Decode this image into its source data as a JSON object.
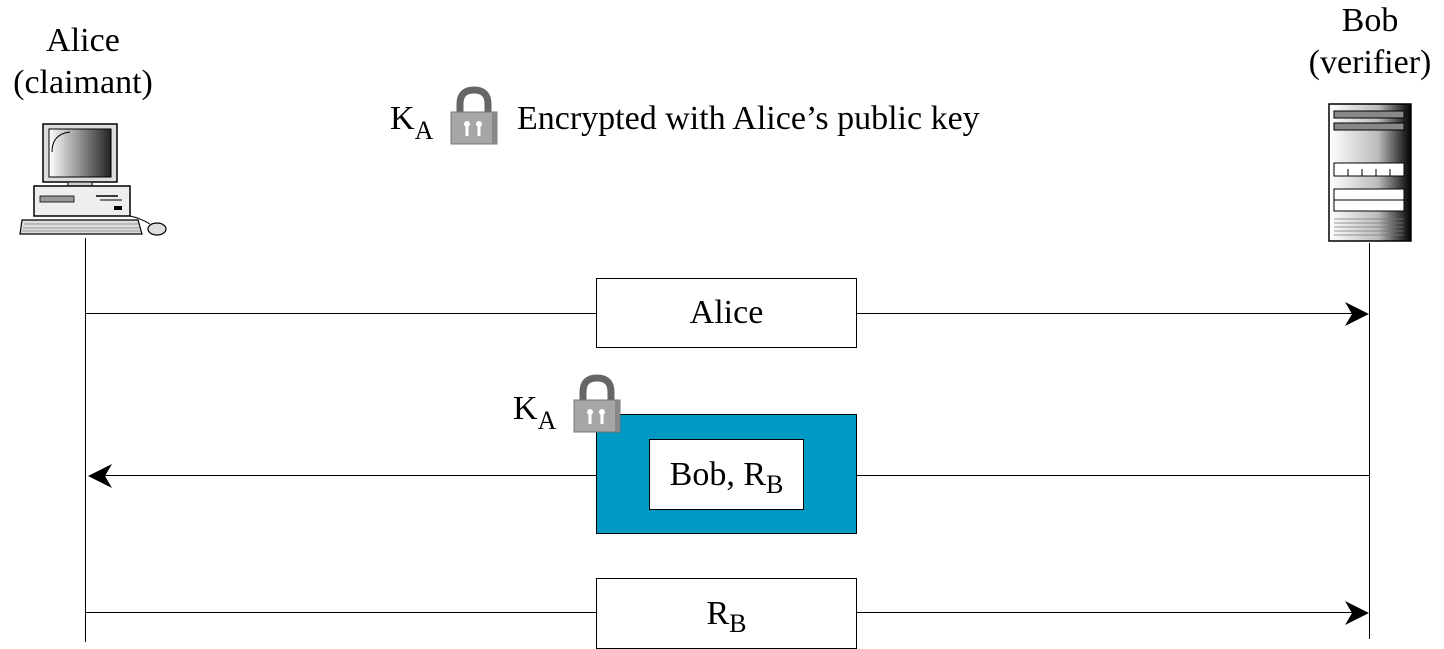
{
  "alice": {
    "name": "Alice",
    "role": "(claimant)"
  },
  "bob": {
    "name": "Bob",
    "role": "(verifier)"
  },
  "legend": {
    "key": "K",
    "key_sub": "A",
    "text": "Encrypted with Alice’s public key",
    "lock_icon": "padlock-icon"
  },
  "messages": [
    {
      "label": "Alice",
      "direction": "alice-to-bob"
    },
    {
      "label": "Bob, R",
      "label_sub": "B",
      "direction": "bob-to-alice",
      "encrypted_with": "K",
      "encrypted_with_sub": "A"
    },
    {
      "label": "R",
      "label_sub": "B",
      "direction": "alice-to-bob"
    }
  ],
  "colors": {
    "encrypted_box": "#0099c4",
    "lock_gray": "#9a9a9a"
  },
  "icons": {
    "alice": "desktop-computer-icon",
    "bob": "server-tower-icon"
  }
}
